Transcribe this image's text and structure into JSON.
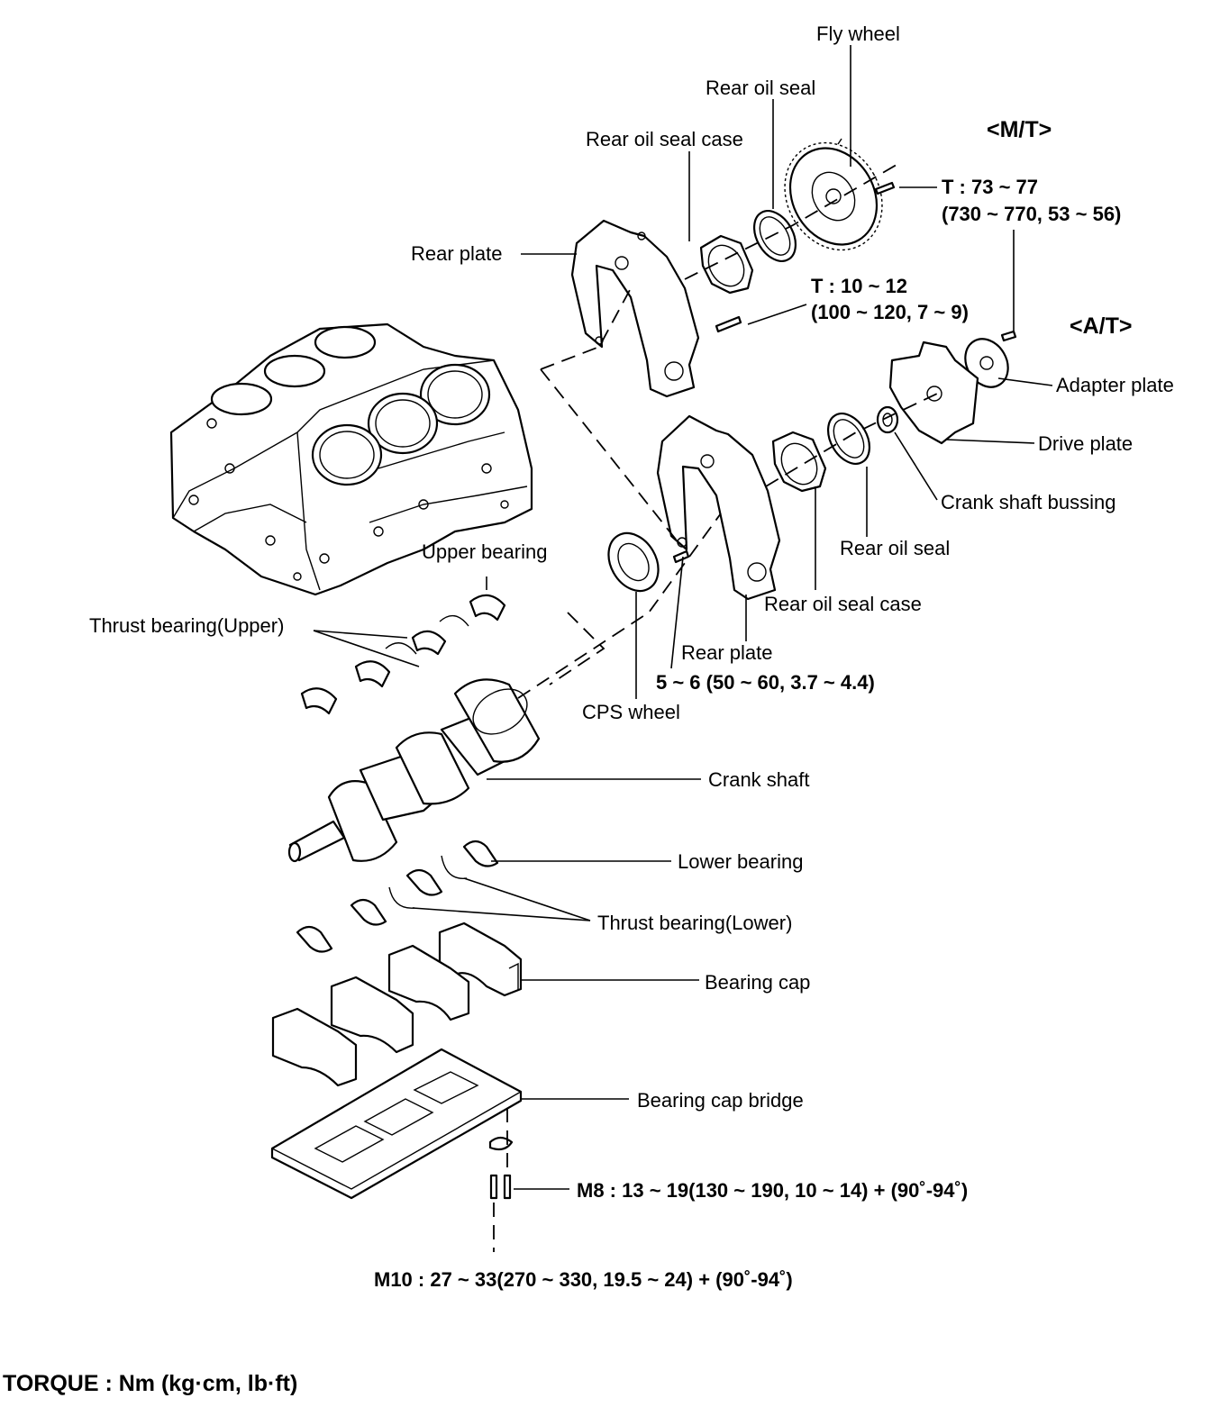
{
  "labels": {
    "fly_wheel": "Fly wheel",
    "rear_oil_seal_top": "Rear oil seal",
    "rear_oil_seal_case_top": "Rear oil seal case",
    "mt": "<M/T>",
    "torque_flywheel_1": "T : 73 ~ 77",
    "torque_flywheel_2": "(730 ~ 770, 53 ~ 56)",
    "rear_plate_top": "Rear plate",
    "torque_case_1": "T : 10 ~ 12",
    "torque_case_2": "(100 ~ 120, 7 ~ 9)",
    "at": "<A/T>",
    "adapter_plate": "Adapter plate",
    "drive_plate": "Drive plate",
    "crank_shaft_bussing": "Crank shaft bussing",
    "rear_oil_seal_at": "Rear oil seal",
    "rear_oil_seal_case_at": "Rear oil seal case",
    "upper_bearing": "Upper bearing",
    "thrust_bearing_upper": "Thrust bearing(Upper)",
    "rear_plate_at": "Rear plate",
    "torque_plate": "5 ~ 6 (50 ~ 60, 3.7 ~ 4.4)",
    "cps_wheel": "CPS wheel",
    "crank_shaft": "Crank shaft",
    "lower_bearing": "Lower bearing",
    "thrust_bearing_lower": "Thrust bearing(Lower)",
    "bearing_cap": "Bearing cap",
    "bearing_cap_bridge": "Bearing cap bridge",
    "torque_m8": "M8 : 13 ~ 19(130 ~ 190, 10 ~ 14) + (90˚-94˚)",
    "torque_m10": "M10 : 27 ~ 33(270 ~ 330, 19.5 ~ 24) + (90˚-94˚)",
    "torque_units": "TORQUE : Nm (kg·cm, lb·ft)"
  }
}
